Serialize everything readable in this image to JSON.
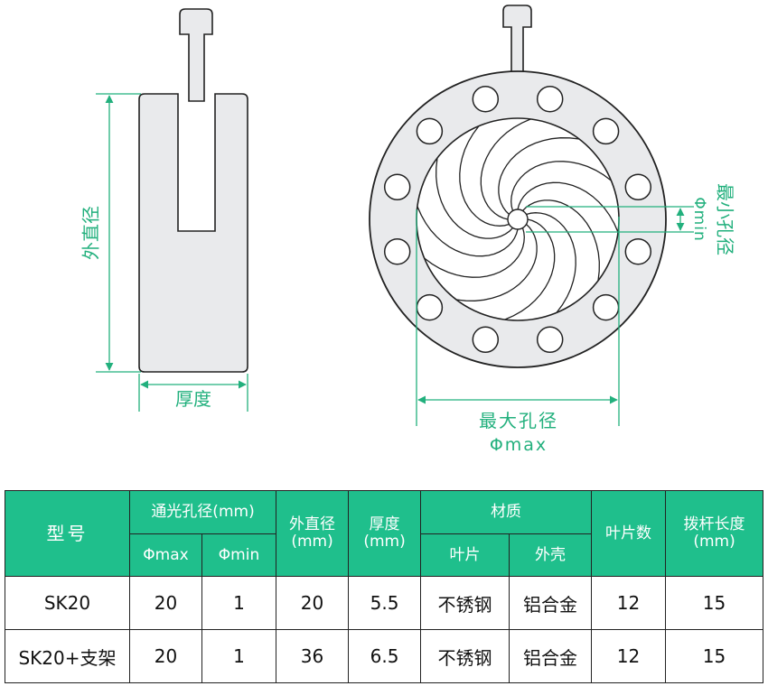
{
  "diagram": {
    "side_view": {
      "outer_diameter_label": "外直径",
      "thickness_label": "厚度"
    },
    "front_view": {
      "max_aperture_label": "最大孔径",
      "max_aperture_symbol": "Φmax",
      "min_aperture_label": "最小孔径",
      "min_aperture_symbol": "Φmin",
      "blade_count": 12,
      "hole_count": 12
    },
    "colors": {
      "dimension": "#22b07d",
      "outline": "#222222",
      "part_fill": "#e9eaec",
      "header_bg": "#1fbf8c"
    }
  },
  "table": {
    "headers": {
      "model": "型号",
      "aperture": "通光孔径(mm)",
      "phi_max": "Φmax",
      "phi_min": "Φmin",
      "outer_diameter": "外直径(mm)",
      "thickness": "厚度(mm)",
      "material": "材质",
      "blade": "叶片",
      "shell": "外壳",
      "blade_count": "叶片数",
      "lever_length": "拨杆长度(mm)"
    },
    "rows": [
      {
        "model": "SK20",
        "phi_max": "20",
        "phi_min": "1",
        "outer_diameter": "20",
        "thickness": "5.5",
        "blade": "不锈钢",
        "shell": "铝合金",
        "blade_count": "12",
        "lever_length": "15"
      },
      {
        "model": "SK20+支架",
        "phi_max": "20",
        "phi_min": "1",
        "outer_diameter": "36",
        "thickness": "6.5",
        "blade": "不锈钢",
        "shell": "铝合金",
        "blade_count": "12",
        "lever_length": "15"
      }
    ]
  }
}
